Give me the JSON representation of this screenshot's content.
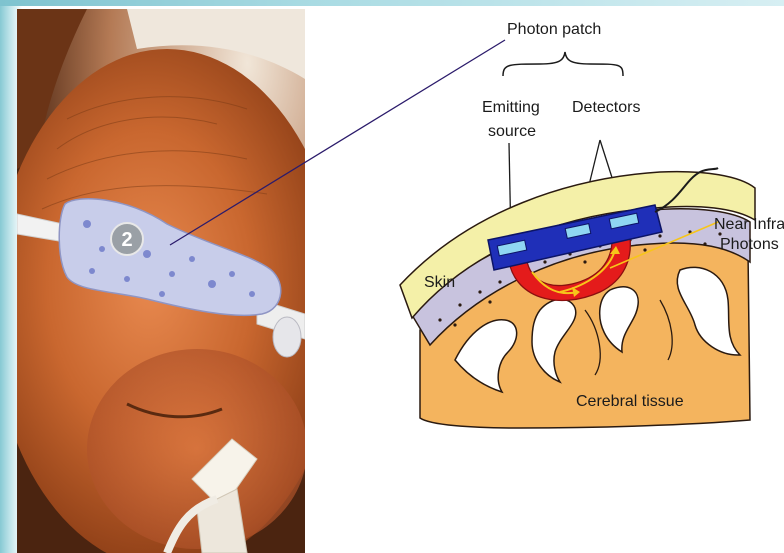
{
  "labels": {
    "photon_patch": "Photon patch",
    "emitting_source_line1": "Emitting",
    "emitting_source_line2": "source",
    "detectors": "Detectors",
    "near_infrared_line1": "Near Infrare",
    "near_infrared_line2": "Photons",
    "skin": "Skin",
    "cerebral_tissue": "Cerebral tissue",
    "sensor_number": "2"
  },
  "colors": {
    "skin": "#f4f0a8",
    "bone": "#c8c3de",
    "cerebral": "#f4b45e",
    "sensor": "#1f2fb8",
    "detector_window": "#8fd6f2",
    "light_path": "#e41b1b",
    "photon_arrow": "#f7c51a",
    "patch": "#c8cdea"
  }
}
